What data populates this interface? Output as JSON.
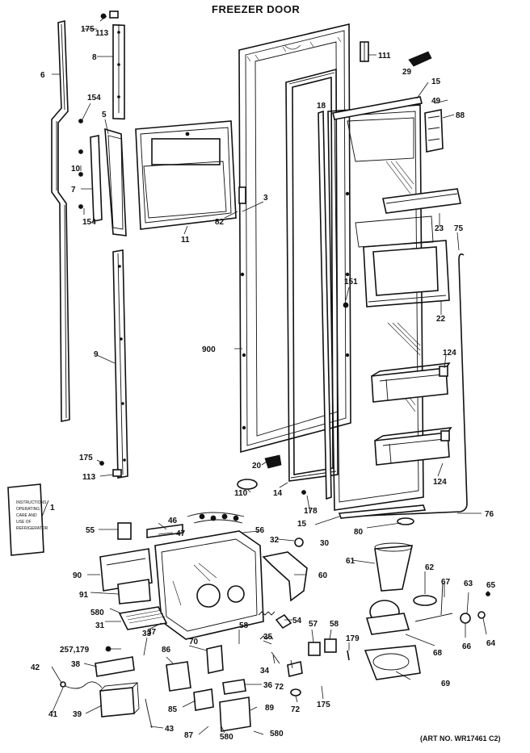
{
  "title": "FREEZER DOOR",
  "art_number": "(ART NO. WR17461 C2)",
  "instruction_booklet_lines": [
    "INSTRUCTIONS",
    "OPERATING",
    "CARE AND",
    "USE OF",
    "REFRIGERATOR"
  ],
  "labels": [
    {
      "id": "175a",
      "text": "175"
    },
    {
      "id": "113a",
      "text": "113"
    },
    {
      "id": "6",
      "text": "6"
    },
    {
      "id": "8",
      "text": "8"
    },
    {
      "id": "154a",
      "text": "154"
    },
    {
      "id": "5",
      "text": "5"
    },
    {
      "id": "10",
      "text": "10"
    },
    {
      "id": "7",
      "text": "7"
    },
    {
      "id": "154b",
      "text": "154"
    },
    {
      "id": "9",
      "text": "9"
    },
    {
      "id": "175b",
      "text": "175"
    },
    {
      "id": "113b",
      "text": "113"
    },
    {
      "id": "11",
      "text": "11"
    },
    {
      "id": "3",
      "text": "3"
    },
    {
      "id": "82",
      "text": "82"
    },
    {
      "id": "900",
      "text": "900"
    },
    {
      "id": "20",
      "text": "20"
    },
    {
      "id": "110",
      "text": "110"
    },
    {
      "id": "14",
      "text": "14"
    },
    {
      "id": "111",
      "text": "111"
    },
    {
      "id": "29",
      "text": "29"
    },
    {
      "id": "15a",
      "text": "15"
    },
    {
      "id": "18",
      "text": "18"
    },
    {
      "id": "49",
      "text": "49"
    },
    {
      "id": "88",
      "text": "88"
    },
    {
      "id": "23",
      "text": "23"
    },
    {
      "id": "75",
      "text": "75"
    },
    {
      "id": "151",
      "text": "151"
    },
    {
      "id": "22",
      "text": "22"
    },
    {
      "id": "124a",
      "text": "124"
    },
    {
      "id": "124b",
      "text": "124"
    },
    {
      "id": "178",
      "text": "178"
    },
    {
      "id": "15b",
      "text": "15"
    },
    {
      "id": "80",
      "text": "80"
    },
    {
      "id": "76",
      "text": "76"
    },
    {
      "id": "1",
      "text": "1"
    },
    {
      "id": "55",
      "text": "55"
    },
    {
      "id": "46",
      "text": "46"
    },
    {
      "id": "47",
      "text": "47"
    },
    {
      "id": "56",
      "text": "56"
    },
    {
      "id": "32",
      "text": "32"
    },
    {
      "id": "30",
      "text": "30"
    },
    {
      "id": "90",
      "text": "90"
    },
    {
      "id": "91",
      "text": "91"
    },
    {
      "id": "580a",
      "text": "580"
    },
    {
      "id": "31",
      "text": "31"
    },
    {
      "id": "33",
      "text": "33"
    },
    {
      "id": "60",
      "text": "60"
    },
    {
      "id": "61",
      "text": "61"
    },
    {
      "id": "62",
      "text": "62"
    },
    {
      "id": "67",
      "text": "67"
    },
    {
      "id": "63",
      "text": "63"
    },
    {
      "id": "65",
      "text": "65"
    },
    {
      "id": "54",
      "text": "54"
    },
    {
      "id": "57",
      "text": "57"
    },
    {
      "id": "58",
      "text": "58"
    },
    {
      "id": "179a",
      "text": "179"
    },
    {
      "id": "68",
      "text": "68"
    },
    {
      "id": "66",
      "text": "66"
    },
    {
      "id": "64",
      "text": "64"
    },
    {
      "id": "257179",
      "text": "257,179"
    },
    {
      "id": "38",
      "text": "38"
    },
    {
      "id": "37",
      "text": "37"
    },
    {
      "id": "70",
      "text": "70"
    },
    {
      "id": "58b",
      "text": "58"
    },
    {
      "id": "35",
      "text": "35"
    },
    {
      "id": "34",
      "text": "34"
    },
    {
      "id": "72a",
      "text": "72"
    },
    {
      "id": "69",
      "text": "69"
    },
    {
      "id": "42",
      "text": "42"
    },
    {
      "id": "41",
      "text": "41"
    },
    {
      "id": "39",
      "text": "39"
    },
    {
      "id": "86",
      "text": "86"
    },
    {
      "id": "36",
      "text": "36"
    },
    {
      "id": "72b",
      "text": "72"
    },
    {
      "id": "175c",
      "text": "175"
    },
    {
      "id": "85",
      "text": "85"
    },
    {
      "id": "89",
      "text": "89"
    },
    {
      "id": "43",
      "text": "43"
    },
    {
      "id": "87",
      "text": "87"
    },
    {
      "id": "580b",
      "text": "580"
    },
    {
      "id": "580c",
      "text": "580"
    }
  ]
}
